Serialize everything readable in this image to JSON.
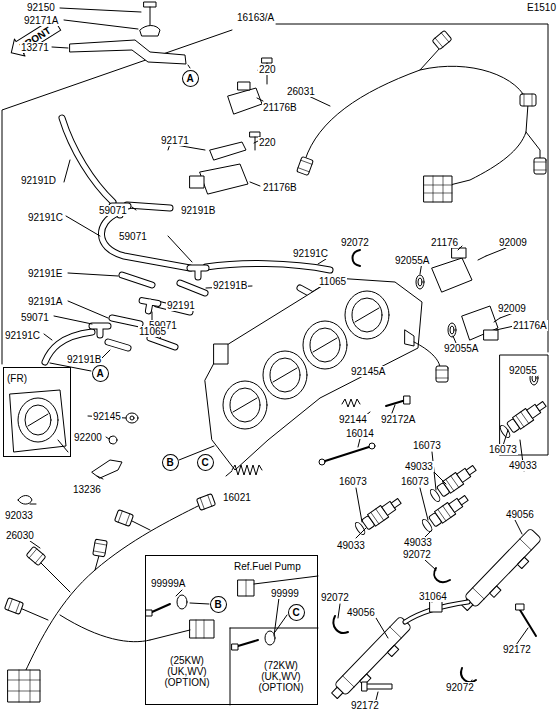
{
  "diagram": {
    "nodes": [
      {
        "text": [
          "A"
        ]
      },
      {
        "text": [
          "(FR)"
        ]
      },
      {
        "text": [
          "A"
        ]
      },
      {
        "text": [
          "B"
        ]
      },
      {
        "text": [
          "C"
        ]
      },
      {
        "text": [
          "Ref.Fuel Pump"
        ]
      },
      {
        "text": [
          "B"
        ],
        "in": 5
      },
      {
        "text": [
          "C"
        ],
        "in": 5
      }
    ],
    "labels": [
      "E1510",
      "FRONT",
      "92150",
      "92171A",
      "13271",
      "16163/A",
      "220",
      "21176B",
      "26031",
      "92171",
      "220",
      "92191D",
      "21176B",
      "59071",
      "92191B",
      "92191C",
      "59071",
      "92072",
      "21176",
      "92009",
      "92191C",
      "92055A",
      "92191E",
      "92191B",
      "11065",
      "92191A",
      "92191",
      "92009",
      "59071",
      "59071",
      "21176A",
      "11065",
      "92191C",
      "92055A",
      "92191B",
      "92055",
      "92145A",
      "92145",
      "92144",
      "92172A",
      "16014",
      "92200",
      "16073",
      "16073",
      "49033",
      "49033",
      "16073",
      "16073",
      "13236",
      "16021",
      "49056",
      "92033",
      "26030",
      "49033",
      "49033",
      "92072",
      "99999A",
      "99999",
      "92072",
      "31064",
      "49056",
      "(25KW) (UK,WV) (OPTION)",
      "(72KW) (UK,WV) (OPTION)",
      "92072",
      "92172",
      "92172"
    ]
  }
}
